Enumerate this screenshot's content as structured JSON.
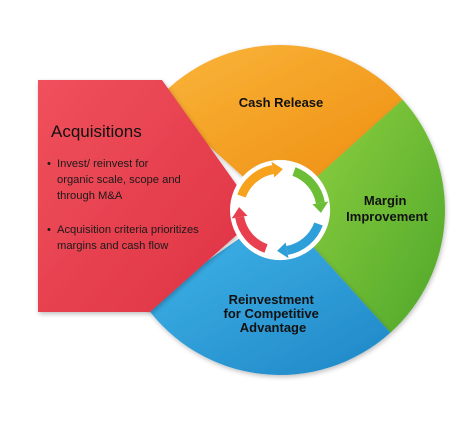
{
  "acquisitions": {
    "title": "Acquisitions",
    "bullet_char": "•",
    "bullets": [
      [
        "Invest/ reinvest for",
        "organic scale, scope and",
        "through M&A"
      ],
      [
        "Acquisition criteria prioritizes",
        "margins and cash flow"
      ]
    ]
  },
  "segments": {
    "cash_release": {
      "label": [
        "Cash Release"
      ]
    },
    "margin_improvement": {
      "label": [
        "Margin",
        "Improvement"
      ]
    },
    "reinvestment": {
      "label": [
        "Reinvestment",
        "for Competitive",
        "Advantage"
      ]
    }
  },
  "colors": {
    "acquisitions": "#e8404f",
    "cash_release": "#f6a21c",
    "margin_improvement": "#6bbe35",
    "reinvestment": "#2e9fd8",
    "center_ring": "#ffffff"
  }
}
